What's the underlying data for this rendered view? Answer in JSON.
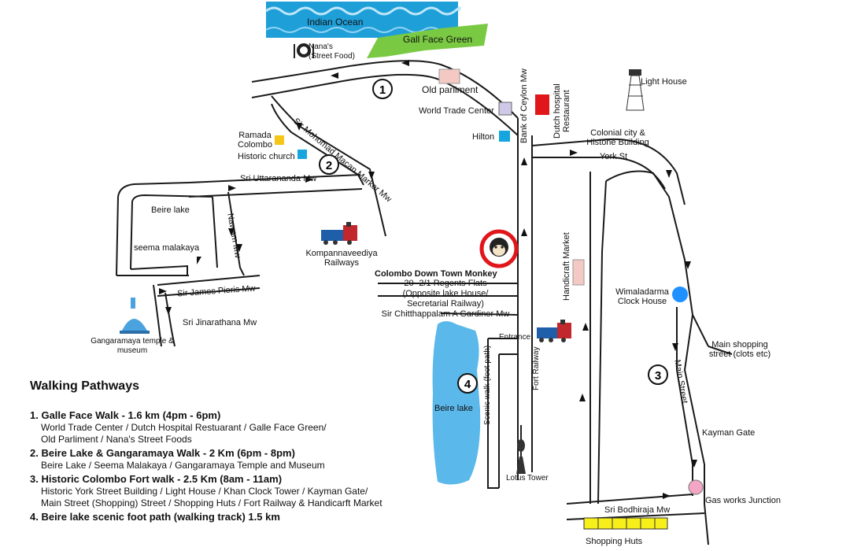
{
  "colors": {
    "road": "#1a1a1a",
    "ocean": "#1f9fd8",
    "green": "#7ac943",
    "lake": "#5bb8ea",
    "old_parliment": "#f4c9c4",
    "wtc": "#cfc8e6",
    "dutch_hospital": "#e0161b",
    "hilton": "#16a6df",
    "ramada": "#f5c518",
    "historic_church": "#16a6df",
    "handicraft": "#f4c9c4",
    "clock_house": "#1e90ff",
    "gas_works": "#f4a6c4",
    "shopping_huts": "#f7ef1a",
    "monkey_ring": "#e0161b"
  },
  "labels": {
    "indian_ocean": "Indian Ocean",
    "gall_face_green": "Gall Face Green",
    "nanas": "Nana's\n(Street Food)",
    "old_parliment": "Old parliment",
    "wtc": "World Trade Center",
    "hilton": "Hilton",
    "bank_of_ceylon": "Bank of Ceylon Mw",
    "dutch_hospital": "Dutch hospital\nRestaurant",
    "light_house": "Light House",
    "colonial_city": "Colonial city &\nHistone Building",
    "york_st": "York St",
    "ramada": "Ramada\nColombo",
    "historic_church": "Historic church",
    "sir_mohomad": "Sir Mohomad Macan Marker Mw",
    "sri_uttarananda": "Sri Uttarananda Mw",
    "beire_lake_top": "Beire lake",
    "seema_malakaya": "seema malakaya",
    "nawam_mw": "Nawam Mw",
    "kompannaveediya": "Kompannaveediya\nRailways",
    "sir_james": "Sir James Pieris Mw",
    "sri_jinarathana": "Sri Jinarathana Mw",
    "gangaramaya": "Gangaramaya temple &\nmuseum",
    "monkey_name": "Colombo Down Town Monkey",
    "monkey_address": "20- 2/1 Regents Flats\n(Opposite lake House/\nSecretarial Railway)\nSir Chitthappalam A Gardiner Mw",
    "handicraft": "Handicraft Market",
    "wimaladarma": "Wimaladarma\nClock House",
    "entrance": "Entrance",
    "main_shopping": "Main shopping\nstreet (clots etc)",
    "main_street": "Main Street",
    "scenic_walk": "Scenic walk (foot path)",
    "fort_railway": "Fort Railway",
    "beire_lake_bottom": "Beire lake",
    "kayman_gate": "Kayman Gate",
    "lotus_tower": "Lotus Tower",
    "gas_works": "Gas works Junction",
    "sri_bodhiraja": "Sri Bodhiraja Mw",
    "shopping_huts": "Shopping Huts"
  },
  "markers": {
    "m1": "1",
    "m2": "2",
    "m3": "3",
    "m4": "4"
  },
  "legend": {
    "title": "Walking Pathways",
    "items": [
      {
        "title": "1. Galle Face Walk - 1.6 km (4pm - 6pm)",
        "desc": "World Trade Center / Dutch Hospital Restuarant / Galle Face Green/\nOld Parliment / Nana's Street Foods"
      },
      {
        "title": "2. Beire Lake & Gangaramaya Walk - 2 Km (6pm - 8pm)",
        "desc": "Beire Lake / Seema Malakaya / Gangaramaya Temple and Museum"
      },
      {
        "title": "3. Historic Colombo Fort walk - 2.5 Km (8am - 11am)",
        "desc": "Historic York Street Building / Light House / Khan Clock Tower / Kayman Gate/\nMain Street (Shopping) Street / Shopping Huts / Fort Railway & Handicarft Market"
      },
      {
        "title": "4. Beire lake scenic foot path (walking track) 1.5 km",
        "desc": ""
      }
    ]
  }
}
